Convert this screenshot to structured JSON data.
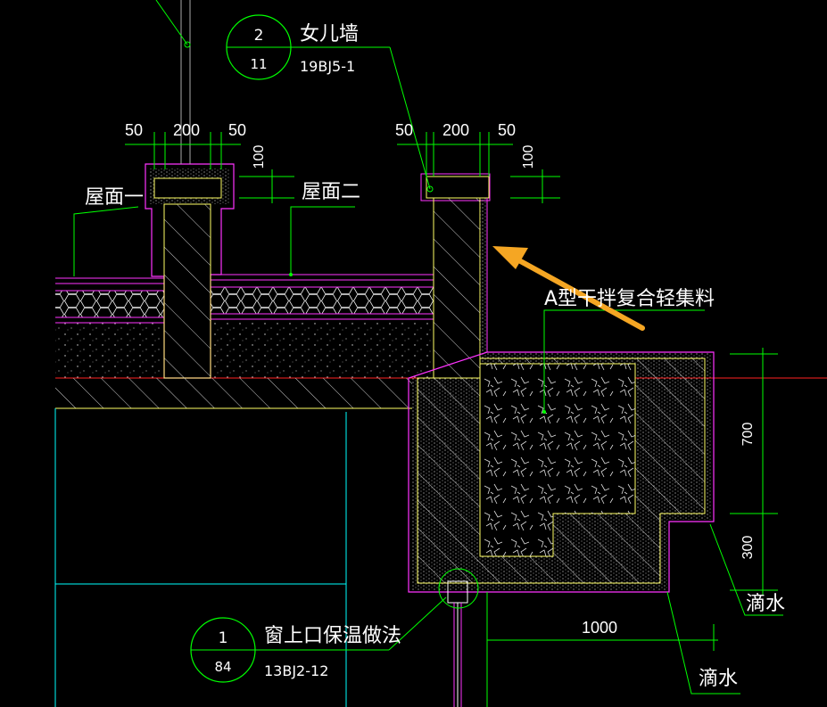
{
  "details": {
    "parapet": {
      "number": "2",
      "sheet": "11",
      "title": "女儿墙",
      "atlas": "19BJ5-1"
    },
    "window_head": {
      "number": "1",
      "sheet": "84",
      "title": "窗上口保温做法",
      "atlas": "13BJ2-12"
    }
  },
  "labels": {
    "roof_one": "屋面一",
    "roof_two": "屋面二",
    "fill_material": "A型干拌复合轻集料",
    "drip_right": "滴水",
    "drip_bottom": "滴水"
  },
  "dimensions": {
    "left_50a": "50",
    "left_200": "200",
    "left_50b": "50",
    "left_100": "100",
    "right_50a": "50",
    "right_200": "200",
    "right_50b": "50",
    "right_100": "100",
    "height_700": "700",
    "height_300": "300",
    "width_1000": "1000"
  },
  "colors": {
    "background": "#000000",
    "concrete_outline": "#ffff66",
    "insulation": "#ff33ff",
    "leader": "#00ff00",
    "datum": "#ff2222",
    "frame": "#00ffff",
    "text": "#ffffff",
    "arrow": "#f5a623"
  }
}
